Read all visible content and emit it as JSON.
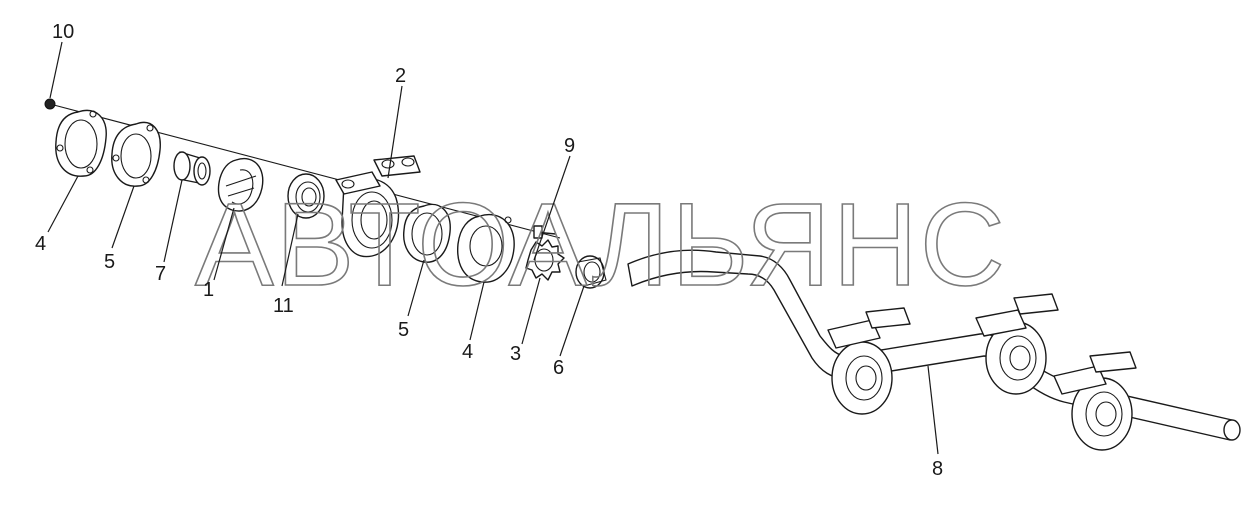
{
  "watermark": "АВТОАЛЬЯНС",
  "callouts": {
    "c10": "10",
    "c2": "2",
    "c9": "9",
    "c4a": "4",
    "c5a": "5",
    "c7": "7",
    "c1": "1",
    "c11": "11",
    "c5b": "5",
    "c4b": "4",
    "c3": "3",
    "c6": "6",
    "c8": "8"
  }
}
